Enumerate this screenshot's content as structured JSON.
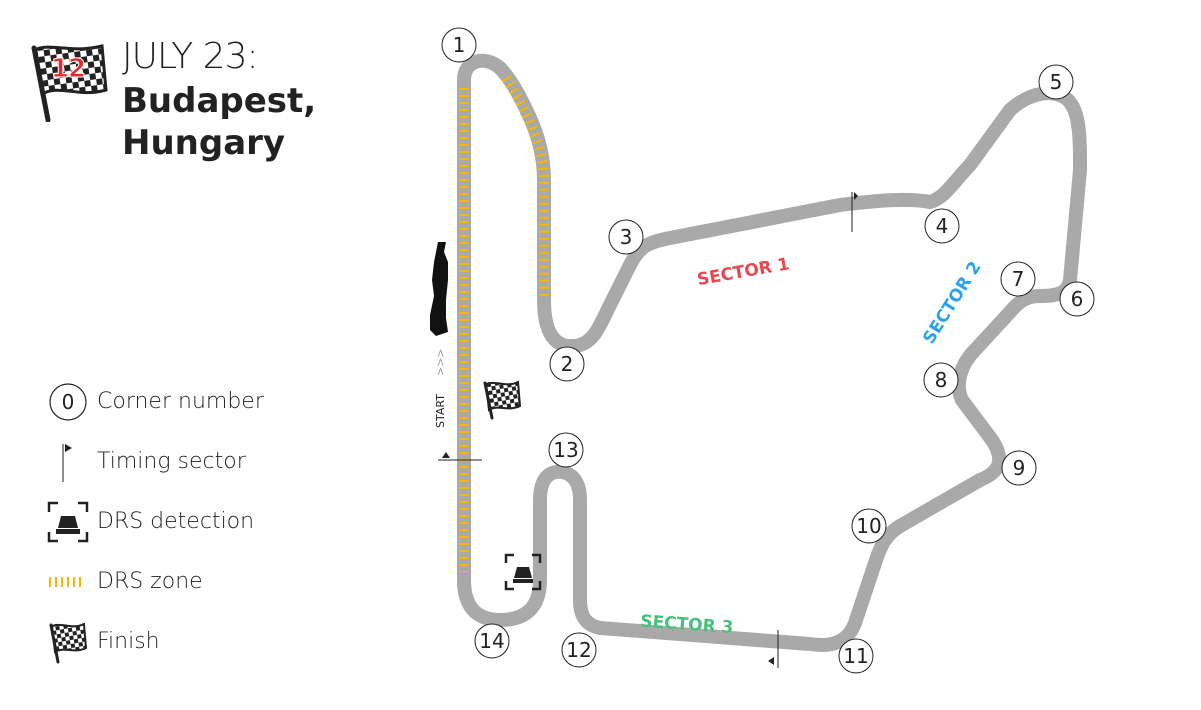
{
  "header": {
    "race_number": "12",
    "date": "JULY 23:",
    "city_line1": "Budapest,",
    "city_line2": "Hungary"
  },
  "legend": [
    {
      "icon": "corner-number-icon",
      "symbol": "0",
      "label": "Corner number"
    },
    {
      "icon": "timing-sector-icon",
      "label": "Timing sector"
    },
    {
      "icon": "drs-detection-icon",
      "label": "DRS detection"
    },
    {
      "icon": "drs-zone-icon",
      "label": "DRS zone"
    },
    {
      "icon": "finish-flag-icon",
      "label": "Finish"
    }
  ],
  "track": {
    "start_label": "START",
    "start_arrows": ">>>",
    "corners": [
      "1",
      "2",
      "3",
      "4",
      "5",
      "6",
      "7",
      "8",
      "9",
      "10",
      "11",
      "12",
      "13",
      "14"
    ],
    "sectors": [
      {
        "label": "SECTOR 1",
        "color": "#e8474f"
      },
      {
        "label": "SECTOR 2",
        "color": "#2aa3e8"
      },
      {
        "label": "SECTOR 3",
        "color": "#48c07a"
      }
    ]
  },
  "colors": {
    "track": "#a9a9a9",
    "drs": "#f5b800",
    "text": "#222222"
  }
}
